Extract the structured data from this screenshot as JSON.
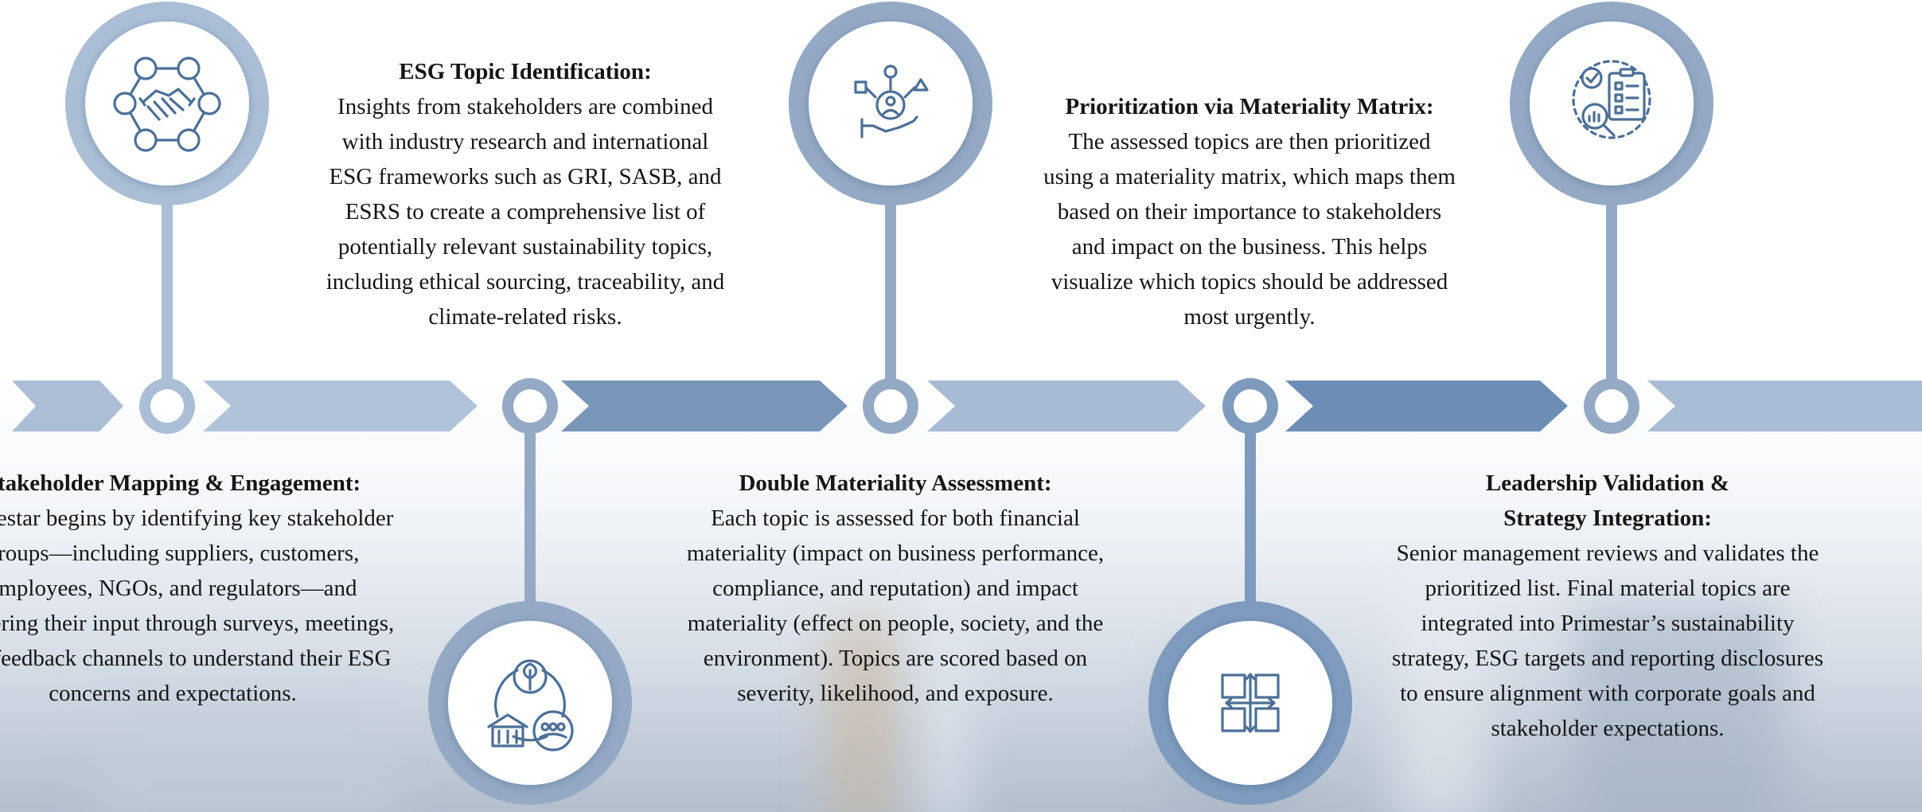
{
  "theme": {
    "pin_light": "#aabed5",
    "pin_mid": "#94aac4",
    "pin_dark": "#7e9bbd",
    "icon_stroke": "#4c6f96",
    "arrow_colors": [
      "#abbed6",
      "#b1c3d9",
      "#7995b8",
      "#a7bbd4",
      "#6d8db4",
      "#a9bcd5"
    ]
  },
  "steps": [
    {
      "title": "Stakeholder Mapping & Engagement:",
      "body": "Primestar begins by identifying key stakeholder groups—including suppliers, customers, employees, NGOs, and regulators—and gathering their input through surveys, meetings, and feedback channels to understand their ESG concerns and expectations.",
      "icon": "handshake-network-icon"
    },
    {
      "title": "ESG Topic Identification:",
      "body": "Insights from stakeholders are combined with industry research and international ESG frameworks such as GRI, SASB, and ESRS to create a comprehensive list of potentially relevant sustainability topics, including ethical sourcing, traceability, and climate-related risks.",
      "icon": "sustainability-cycle-icon"
    },
    {
      "title": "Double Materiality Assessment:",
      "body": "Each topic is assessed for both financial materiality (impact on business performance, compliance, and reputation) and impact materiality (effect on people, society, and the environment). Topics are scored based on severity, likelihood, and exposure.",
      "icon": "person-in-hand-icon"
    },
    {
      "title": "Prioritization via Materiality Matrix:",
      "body": "The assessed topics are then prioritized using a materiality matrix, which maps them based on their importance to stakeholders and impact on the business. This helps visualize which topics should be addressed most urgently.",
      "icon": "matrix-grid-icon"
    },
    {
      "title": "Leadership Validation & Strategy Integration:",
      "body": "Senior management reviews and validates the prioritized list. Final material topics are integrated into Primestar’s sustainability strategy, ESG targets and reporting disclosures to ensure alignment with corporate goals and stakeholder expectations.",
      "icon": "checklist-analysis-icon"
    }
  ]
}
